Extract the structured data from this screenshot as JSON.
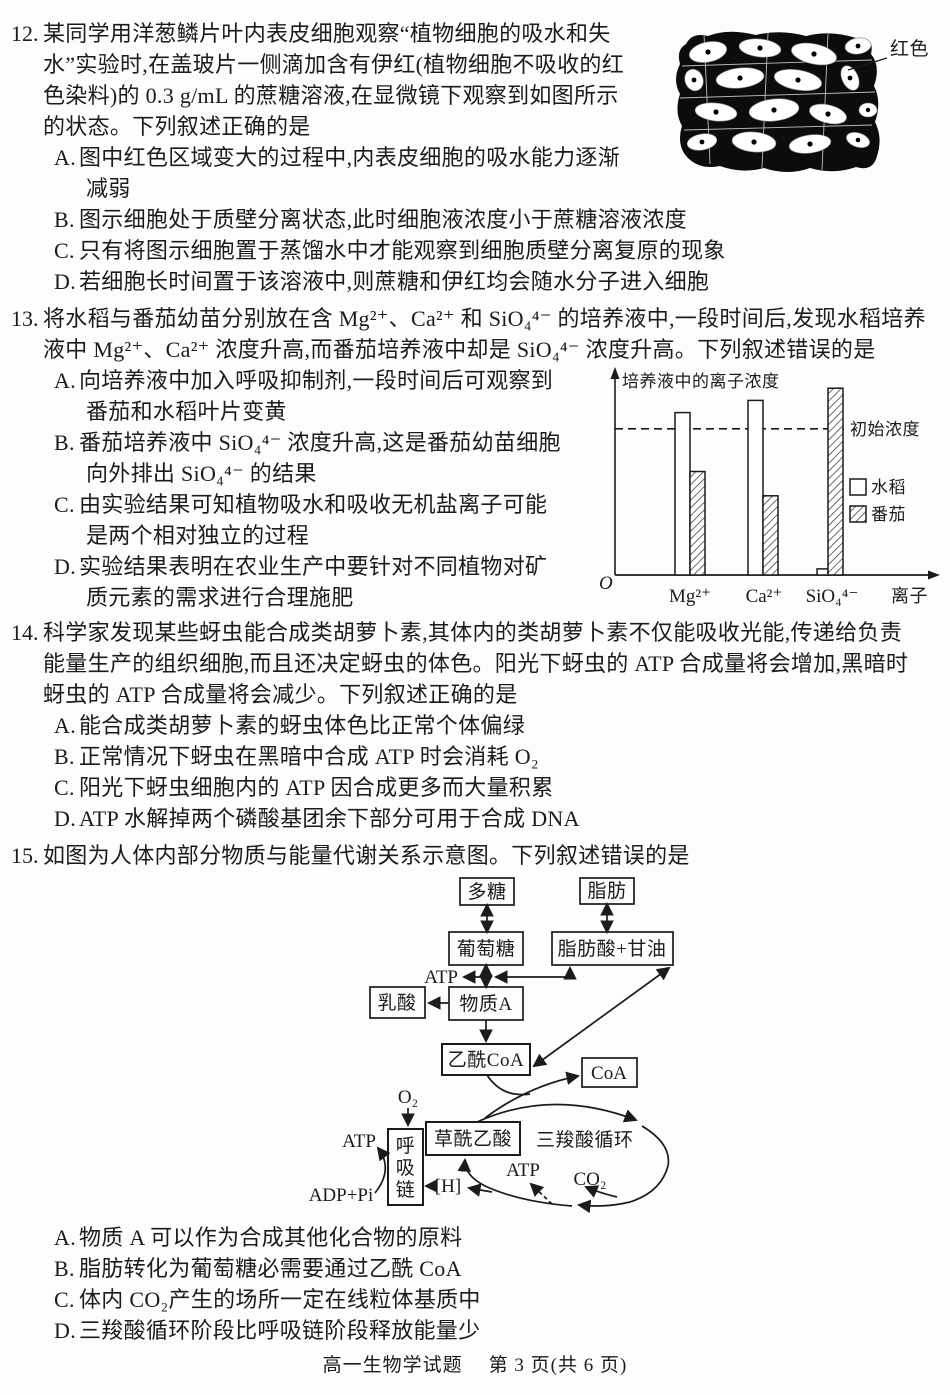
{
  "footer": {
    "left": "高一生物学试题",
    "right": "第 3 页(共 6 页)"
  },
  "q12": {
    "number": "12.",
    "stem_lines": [
      "某同学用洋葱鳞片叶内表皮细胞观察“植物细胞的吸水和失",
      "水”实验时,在盖玻片一侧滴加含有伊红(植物细胞不吸收的红",
      "色染料)的 0.3 g/mL 的蔗糖溶液,在显微镜下观察到如图所示",
      "的状态。下列叙述正确的是"
    ],
    "options": [
      {
        "label": "A.",
        "lines": [
          "图中红色区域变大的过程中,内表皮细胞的吸水能力逐渐",
          "减弱"
        ]
      },
      {
        "label": "B.",
        "lines": [
          "图示细胞处于质壁分离状态,此时细胞液浓度小于蔗糖溶液浓度"
        ]
      },
      {
        "label": "C.",
        "lines": [
          "只有将图示细胞置于蒸馏水中才能观察到细胞质壁分离复原的现象"
        ]
      },
      {
        "label": "D.",
        "lines": [
          "若细胞长时间置于该溶液中,则蔗糖和伊红均会随水分子进入细胞"
        ]
      }
    ],
    "figure": {
      "annotation": "红色"
    }
  },
  "q13": {
    "number": "13.",
    "stem_lines": [
      "将水稻与番茄幼苗分别放在含 Mg²⁺、Ca²⁺ 和 SiO₄⁴⁻ 的培养液中,一段时间后,发现水稻培养",
      "液中 Mg²⁺、Ca²⁺ 浓度升高,而番茄培养液中却是 SiO₄⁴⁻ 浓度升高。下列叙述错误的是"
    ],
    "options": [
      {
        "label": "A.",
        "lines": [
          "向培养液中加入呼吸抑制剂,一段时间后可观察到",
          "番茄和水稻叶片变黄"
        ]
      },
      {
        "label": "B.",
        "lines": [
          "番茄培养液中 SiO₄⁴⁻ 浓度升高,这是番茄幼苗细胞",
          "向外排出 SiO₄⁴⁻ 的结果"
        ]
      },
      {
        "label": "C.",
        "lines": [
          "由实验结果可知植物吸水和吸收无机盐离子可能",
          "是两个相对独立的过程"
        ]
      },
      {
        "label": "D.",
        "lines": [
          "实验结果表明在农业生产中要针对不同植物对矿",
          "质元素的需求进行合理施肥"
        ]
      }
    ]
  },
  "chart_data": {
    "type": "bar",
    "title": "",
    "ylabel": "培养液中的离子浓度",
    "xlabel": "离子",
    "origin": "O",
    "categories": [
      "Mg²⁺",
      "Ca²⁺",
      "SiO₄⁴⁻"
    ],
    "series": [
      {
        "name": "水稻",
        "fill": "open",
        "values": [
          0.8,
          0.86,
          0.03
        ]
      },
      {
        "name": "番茄",
        "fill": "hatched",
        "values": [
          0.51,
          0.39,
          0.92
        ]
      }
    ],
    "reference_line": {
      "label": "初始浓度",
      "value": 0.72
    },
    "ylim": [
      0,
      1
    ],
    "grid": false,
    "legend_position": "right"
  },
  "q14": {
    "number": "14.",
    "stem_lines": [
      "科学家发现某些蚜虫能合成类胡萝卜素,其体内的类胡萝卜素不仅能吸收光能,传递给负责",
      "能量生产的组织细胞,而且还决定蚜虫的体色。阳光下蚜虫的 ATP 合成量将会增加,黑暗时",
      "蚜虫的 ATP 合成量将会减少。下列叙述正确的是"
    ],
    "options": [
      {
        "label": "A.",
        "lines": [
          "能合成类胡萝卜素的蚜虫体色比正常个体偏绿"
        ]
      },
      {
        "label": "B.",
        "lines": [
          "正常情况下蚜虫在黑暗中合成 ATP 时会消耗 O₂"
        ]
      },
      {
        "label": "C.",
        "lines": [
          "阳光下蚜虫细胞内的 ATP 因合成更多而大量积累"
        ]
      },
      {
        "label": "D.",
        "lines": [
          "ATP 水解掉两个磷酸基团余下部分可用于合成 DNA"
        ]
      }
    ]
  },
  "q15": {
    "number": "15.",
    "stem_lines": [
      "如图为人体内部分物质与能量代谢关系示意图。下列叙述错误的是"
    ],
    "options": [
      {
        "label": "A.",
        "lines": [
          "物质 A 可以作为合成其他化合物的原料"
        ]
      },
      {
        "label": "B.",
        "lines": [
          "脂肪转化为葡萄糖必需要通过乙酰 CoA"
        ]
      },
      {
        "label": "C.",
        "lines": [
          "体内 CO₂产生的场所一定在线粒体基质中"
        ]
      },
      {
        "label": "D.",
        "lines": [
          "三羧酸循环阶段比呼吸链阶段释放能量少"
        ]
      }
    ],
    "diagram": {
      "nodes": {
        "duotang": "多糖",
        "zhifang": "脂肪",
        "putaotang": "葡萄糖",
        "zhifangsuan_ganyou": "脂肪酸+甘油",
        "rusuan": "乳酸",
        "wuzhi_a": "物质A",
        "yixian_coa": "乙酰CoA",
        "coa": "CoA",
        "caoxianyisuan": "草酰乙酸",
        "huxilian_chars": [
          "呼",
          "吸",
          "链"
        ]
      },
      "labels": {
        "atp_glycolysis": "ATP",
        "o2": "O₂",
        "atp_chain": "ATP",
        "adp_pi": "ADP+Pi",
        "h_carrier": "[H]",
        "tca_cycle": "三羧酸循环",
        "atp_tca": "ATP",
        "co2": "CO₂"
      }
    }
  }
}
